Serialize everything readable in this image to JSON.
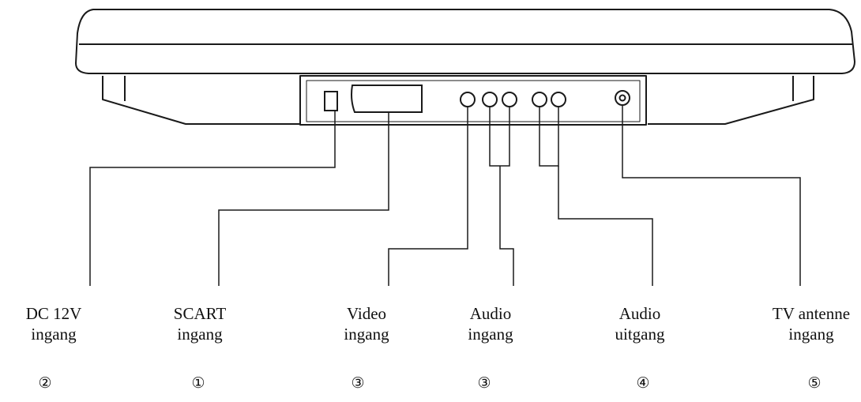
{
  "labels": [
    {
      "line1": "DC 12V",
      "line2": "ingang",
      "number": "②"
    },
    {
      "line1": "SCART",
      "line2": "ingang",
      "number": "①"
    },
    {
      "line1": "Video",
      "line2": "ingang",
      "number": "③"
    },
    {
      "line1": "Audio",
      "line2": "ingang",
      "number": "③"
    },
    {
      "line1": "Audio",
      "line2": "uitgang",
      "number": "④"
    },
    {
      "line1": "TV antenne",
      "line2": "ingang",
      "number": "⑤"
    }
  ],
  "colors": {
    "line": "#1a1a1a",
    "panel_fill": "#ffffff"
  }
}
